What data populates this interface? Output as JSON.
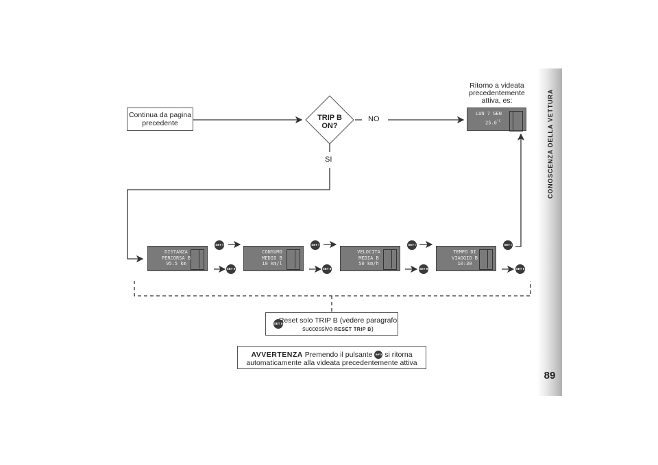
{
  "sidebar": {
    "section_title": "CONOSCENZA DELLA VETTURA",
    "page_number": "89"
  },
  "flow": {
    "start_box": {
      "line1": "Continua da pagina",
      "line2": "precedente"
    },
    "decision": "TRIP B ON?",
    "no_label": "NO",
    "yes_label": "SI",
    "return_note": {
      "line1": "Ritorno a videata",
      "line2": "precedentemente",
      "line3": "attiva, es:"
    },
    "return_display": {
      "line1": "LUN 7 GEN",
      "line2": "25.0",
      "unit": "°C"
    },
    "screens": [
      {
        "l1": "DISTANZA",
        "l2": "PERCORSA B",
        "l3": "95.5 km"
      },
      {
        "l1": "CONSUMO",
        "l2": "MEDIO B",
        "l3": "10 km/l"
      },
      {
        "l1": "VELOCITA",
        "l2": "MEDIA B",
        "l3": "50 km/h"
      },
      {
        "l1": "TEMPO DI",
        "l2": "VIAGGIO B",
        "l3": "10:30"
      }
    ],
    "button_set_up": "SET I",
    "button_set_down": "SET II",
    "reset_box": {
      "line1": "Reset solo TRIP B (vedere paragrafo",
      "line2": "successivo",
      "line2_bold": "RESET TRIP B",
      "line2_end": ")",
      "button": "SET II"
    },
    "warning_box": {
      "title": "AVVERTENZA",
      "text1": "Premendo il pulsante",
      "text2": "si ritorna",
      "line2": "automaticamente alla videata precedentemente attiva",
      "button": "INFO"
    }
  }
}
